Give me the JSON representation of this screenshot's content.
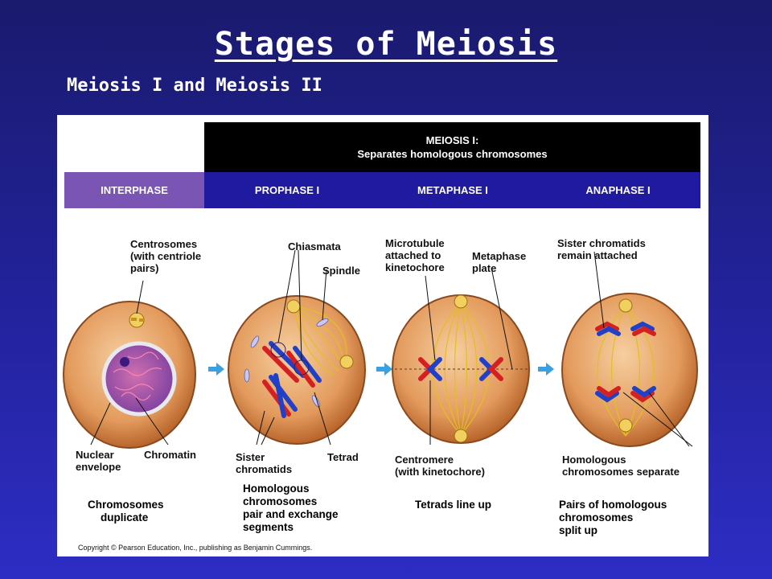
{
  "slide": {
    "title": "Stages of Meiosis",
    "subtitle": "Meiosis I and Meiosis II"
  },
  "figure": {
    "header": {
      "line1": "MEIOSIS I:",
      "line2": "Separates homologous chromosomes"
    },
    "phases": [
      "INTERPHASE",
      "PROPHASE I",
      "METAPHASE I",
      "ANAPHASE I"
    ],
    "labels": {
      "centrosomes": [
        "Centrosomes",
        "(with centriole",
        "pairs)"
      ],
      "nuclear_envelope": [
        "Nuclear",
        "envelope"
      ],
      "chromatin": "Chromatin",
      "chiasmata": "Chiasmata",
      "spindle": "Spindle",
      "sister_chromatids": [
        "Sister",
        "chromatids"
      ],
      "tetrad": "Tetrad",
      "microtubule": [
        "Microtubule",
        "attached to",
        "kinetochore"
      ],
      "metaphase_plate": [
        "Metaphase",
        "plate"
      ],
      "centromere": [
        "Centromere",
        "(with kinetochore)"
      ],
      "sister_chromatids_remain": [
        "Sister chromatids",
        "remain attached"
      ],
      "homologous_separate": [
        "Homologous",
        "chromosomes separate"
      ]
    },
    "captions": {
      "interphase": [
        "Chromosomes",
        "duplicate"
      ],
      "prophase": [
        "Homologous",
        "chromosomes",
        "pair and exchange",
        "segments"
      ],
      "metaphase": "Tetrads line up",
      "anaphase": [
        "Pairs of homologous",
        "chromosomes",
        "split up"
      ]
    },
    "copyright": "Copyright © Pearson Education, Inc., publishing as Benjamin Cummings.",
    "colors": {
      "cell_fill": "#e8a36a",
      "spindle": "#e0c020",
      "chromosome_red": "#d42020",
      "chromosome_blue": "#2040c8",
      "arrow": "#3aa0e0"
    }
  }
}
